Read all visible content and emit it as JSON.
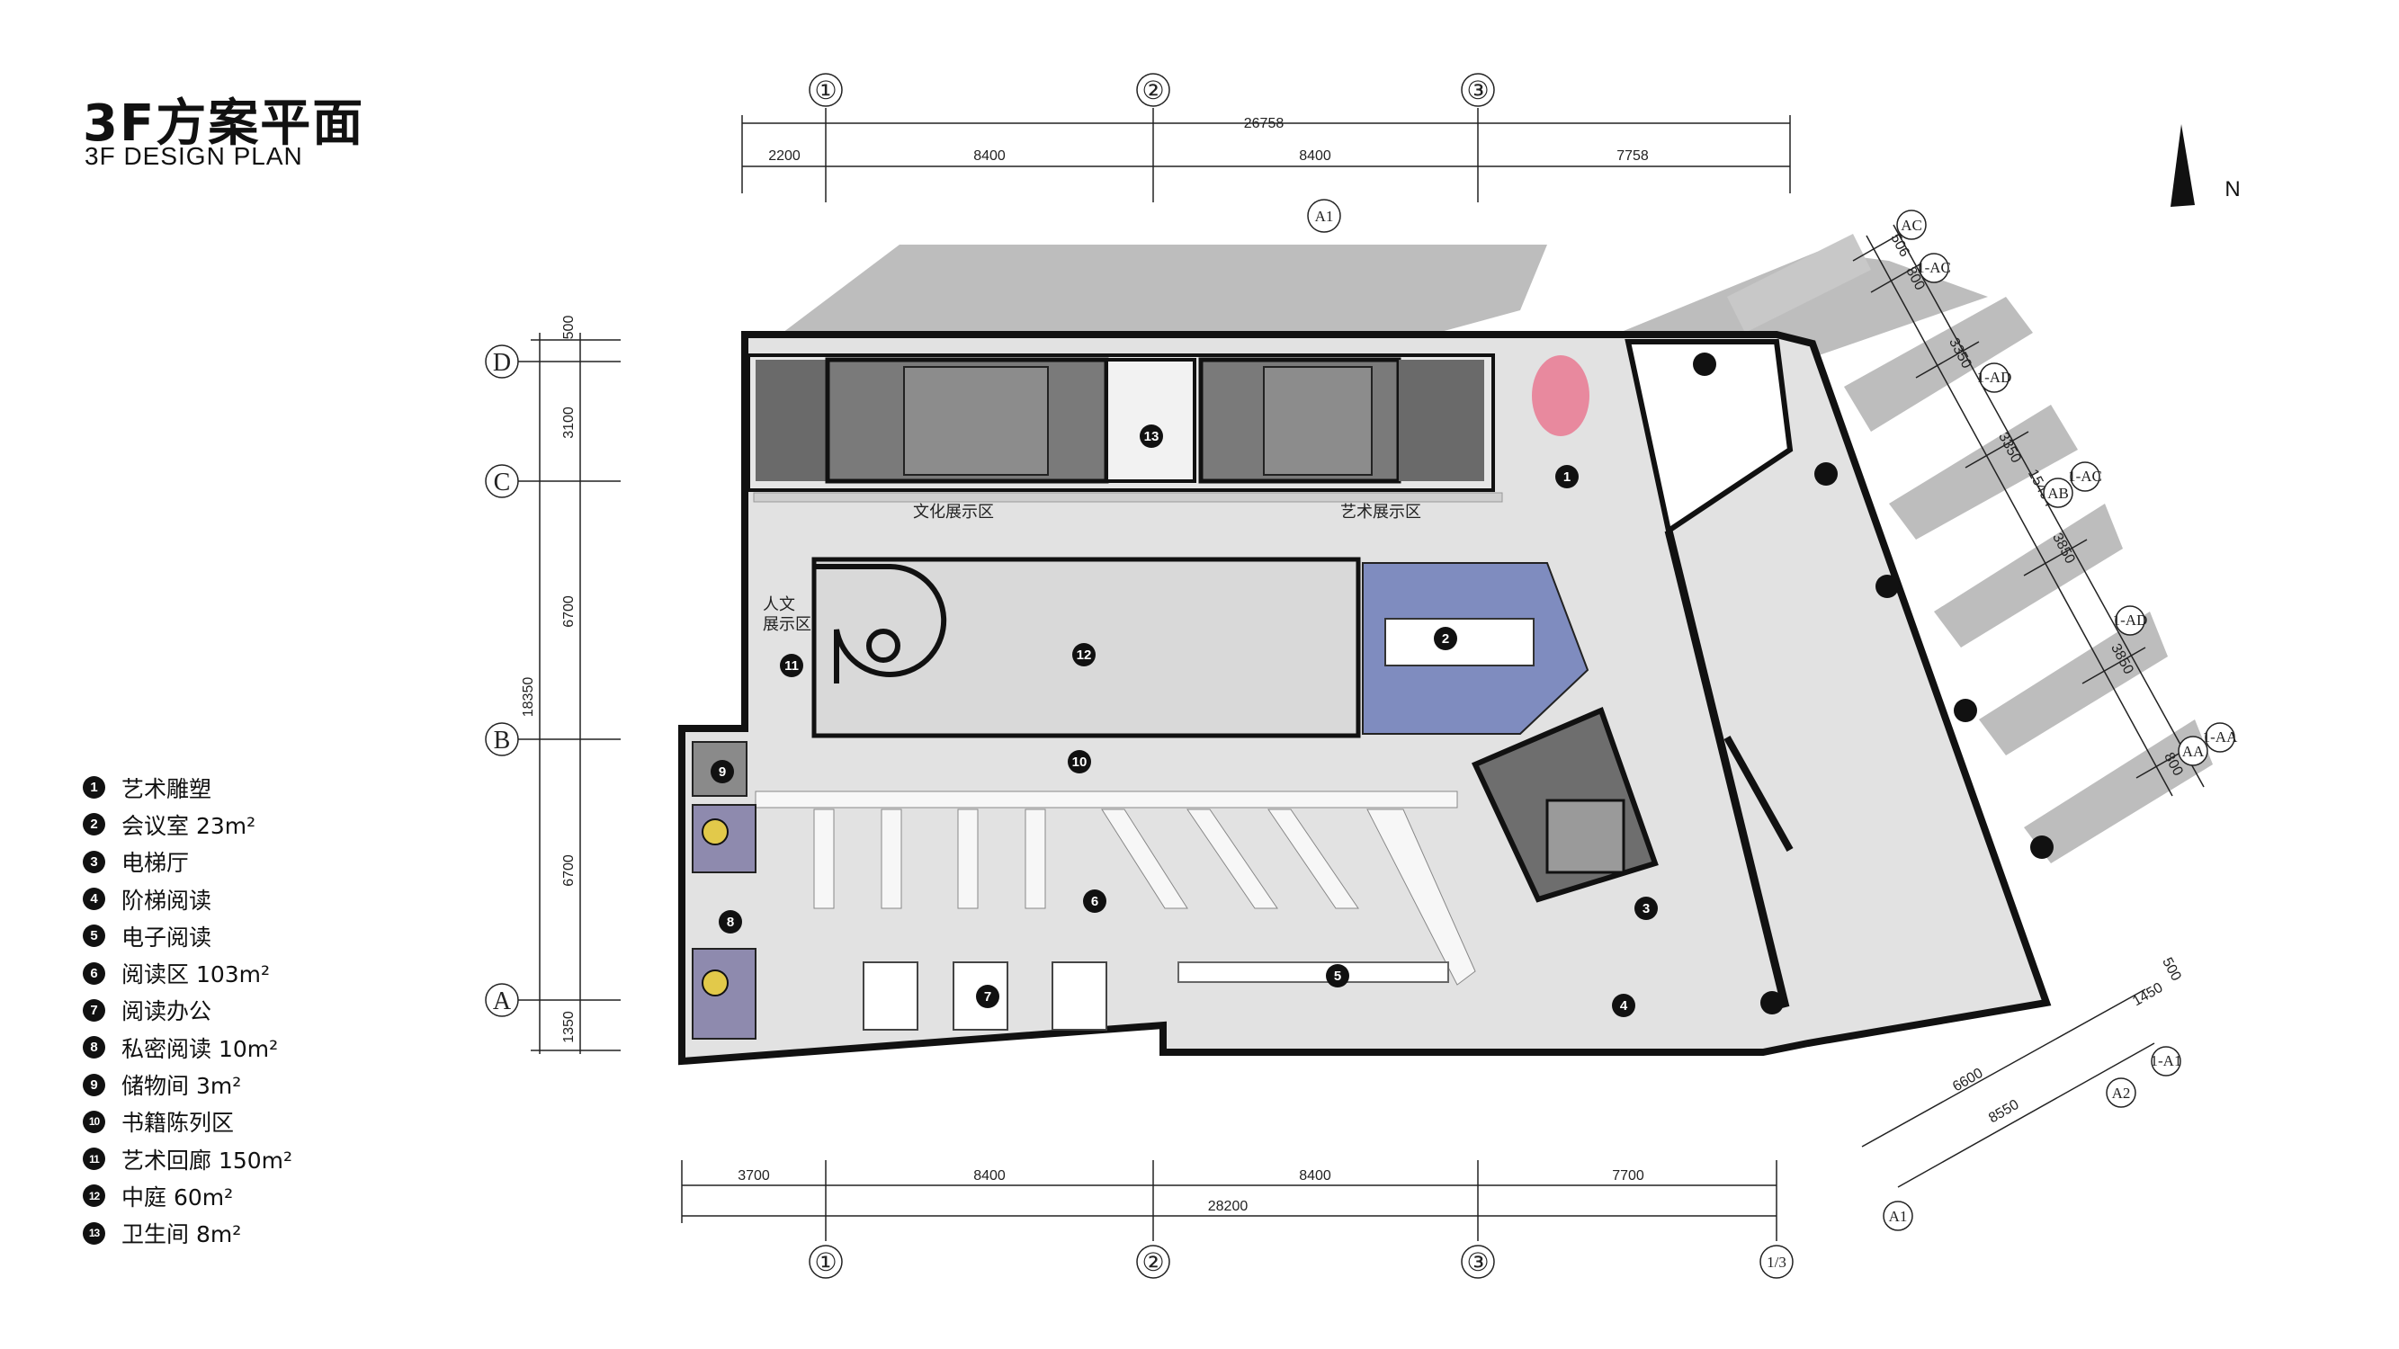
{
  "title": {
    "cn": "3F方案平面",
    "en": "3F DESIGN PLAN"
  },
  "north_label": "N",
  "legend": [
    {
      "num": "1",
      "text": "艺术雕塑"
    },
    {
      "num": "2",
      "text": "会议室  23m²"
    },
    {
      "num": "3",
      "text": "电梯厅"
    },
    {
      "num": "4",
      "text": "阶梯阅读"
    },
    {
      "num": "5",
      "text": "电子阅读"
    },
    {
      "num": "6",
      "text": "阅读区  103m²"
    },
    {
      "num": "7",
      "text": "阅读办公"
    },
    {
      "num": "8",
      "text": "私密阅读  10m²"
    },
    {
      "num": "9",
      "text": "储物间  3m²"
    },
    {
      "num": "10",
      "text": "书籍陈列区"
    },
    {
      "num": "11",
      "text": "艺术回廊  150m²"
    },
    {
      "num": "12",
      "text": "中庭  60m²"
    },
    {
      "num": "13",
      "text": "卫生间  8m²"
    }
  ],
  "axes": {
    "top": [
      "①",
      "②",
      "③"
    ],
    "bottom": [
      "①",
      "②",
      "③",
      "1/3"
    ],
    "left": [
      "D",
      "C",
      "B",
      "A"
    ],
    "right": [
      "AC",
      "1-AC",
      "1-AD",
      "AB",
      "1-AC",
      "1-AD",
      "AA",
      "1-AA",
      "A2",
      "1-A1",
      "A1"
    ],
    "top_marker": "A1"
  },
  "dimensions": {
    "top_total": "26758",
    "top_segments": [
      "2200",
      "8400",
      "8400",
      "7758"
    ],
    "bottom_total": "28200",
    "bottom_segments": [
      "3700",
      "8400",
      "8400",
      "7700"
    ],
    "left_total": "18350",
    "left_segments": [
      "500",
      "3100",
      "6700",
      "6700",
      "1350"
    ],
    "right_segments": [
      "506",
      "800",
      "3350",
      "3350",
      "3850",
      "3850",
      "800"
    ],
    "right_total": "15494",
    "bottom_right": [
      "500",
      "1450",
      "6600",
      "8550"
    ]
  },
  "zone_labels": {
    "culture": "文化展示区",
    "art": "艺术展示区",
    "humanities_1": "人文",
    "humanities_2": "展示区"
  },
  "colors": {
    "wall": "#111111",
    "floor": "#e2e2e2",
    "shadow": "#b9b9b9",
    "stair_core": "#6a6a6a",
    "meeting": "#7f8cbf",
    "private_reading": "#8e8aae",
    "sculpture": "#e8899e"
  }
}
